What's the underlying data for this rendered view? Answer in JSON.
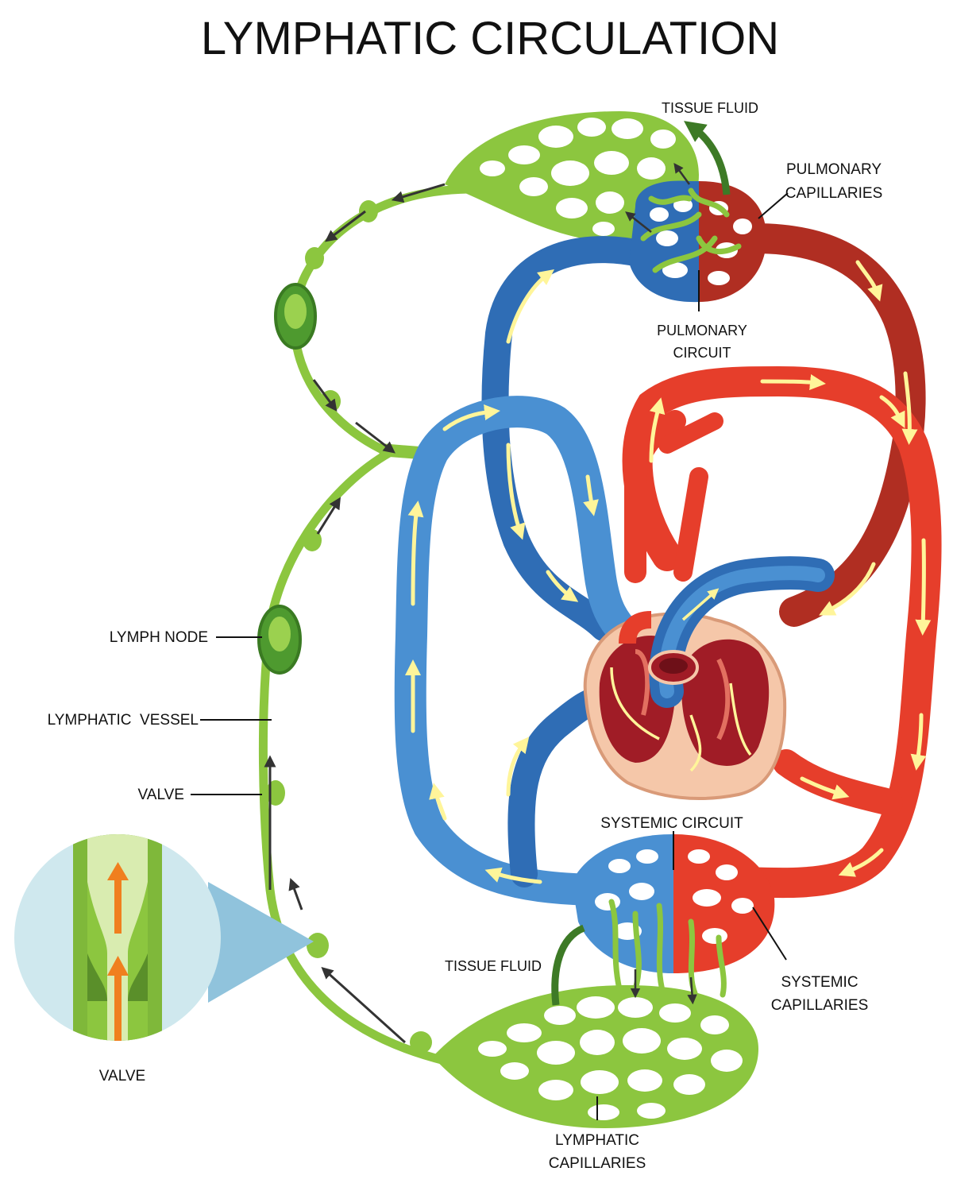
{
  "title": "LYMPHATIC CIRCULATION",
  "labels": {
    "tissue_fluid_top": "TISSUE FLUID",
    "pulmonary_capillaries": [
      "PULMONARY",
      "CAPILLARIES"
    ],
    "pulmonary_circuit": [
      "PULMONARY",
      "CIRCUIT"
    ],
    "lymph_node": "LYMPH NODE",
    "lymphatic_vessel": "LYMPHATIC  VESSEL",
    "valve_left": "VALVE",
    "systemic_circuit": "SYSTEMIC CIRCUIT",
    "tissue_fluid_bottom": "TISSUE FLUID",
    "systemic_capillaries": [
      "SYSTEMIC",
      "CAPILLARIES"
    ],
    "valve_inset": "VALVE",
    "lymphatic_capillaries": [
      "LYMPHATIC",
      "CAPILLARIES"
    ]
  },
  "colors": {
    "lymph_green": "#8cc63f",
    "lymph_dark": "#5a8f2a",
    "vein_blue": "#2f6db5",
    "vein_light": "#4a90d2",
    "artery_red": "#e63e2b",
    "artery_dark": "#a82a1e",
    "flow_arrow": "#fff59a",
    "heart_tissue": "#f5c7a9",
    "inset_bg": "#cfe8ee",
    "valve_arrow": "#f07f1e"
  }
}
